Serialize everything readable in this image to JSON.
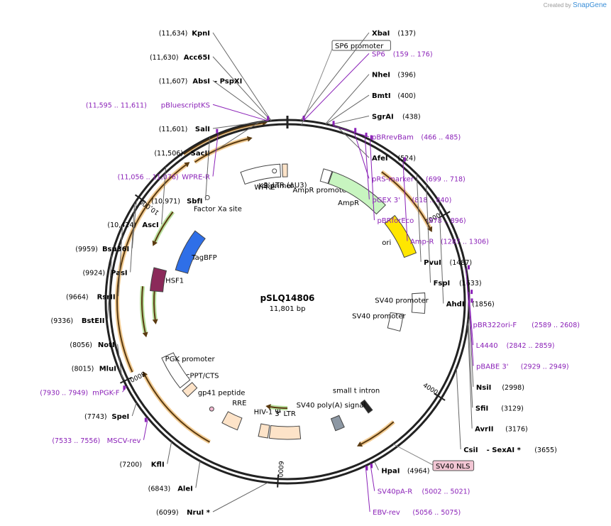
{
  "credit": {
    "prefix": "Created by",
    "brand": "SnapGene"
  },
  "plasmid": {
    "name": "pSLQ14806",
    "length": "11,801 bp",
    "bp": 11801
  },
  "colors": {
    "backbone": "#222222",
    "primer": "#8b22b8",
    "feature_orange": "#e8a33d",
    "feature_green": "#7ec850",
    "tagbfp": "#2f6fe8",
    "hsf1": "#8b2a5a",
    "ori": "#ffe600",
    "ampr": "#c8f5c0",
    "wpre": "#ffffff",
    "ltr": "#fde3c8",
    "sv40pa": "#8c97a3"
  },
  "ruler": [
    {
      "bp": 0,
      "label": ""
    },
    {
      "bp": 2000,
      "label": "2000"
    },
    {
      "bp": 4000,
      "label": "4000"
    },
    {
      "bp": 6000,
      "label": "6000"
    },
    {
      "bp": 8000,
      "label": "8000"
    },
    {
      "bp": 10000,
      "label": "10,000"
    }
  ],
  "enzymes": [
    {
      "name": "KpnI",
      "pos": "(11,634)",
      "bp": 11634,
      "side": "L"
    },
    {
      "name": "Acc65I",
      "pos": "(11,630)",
      "bp": 11630,
      "side": "L"
    },
    {
      "name": "pBluescriptKS",
      "pos": "(11,595 .. 11,611)",
      "bp": 11603,
      "side": "L",
      "primer": true
    },
    {
      "name": "AbsI",
      "pos": "(11,607)",
      "bp": 11607,
      "side": "L",
      "extra": "- PspXI"
    },
    {
      "name": "SalI",
      "pos": "(11,601)",
      "bp": 11601,
      "side": "L"
    },
    {
      "name": "SacII",
      "pos": "(11,506)",
      "bp": 11506,
      "side": "L"
    },
    {
      "name": "WPRE-R",
      "pos": "(11,056 .. 11,076)",
      "bp": 11066,
      "side": "L",
      "primer": true
    },
    {
      "name": "SbfI",
      "pos": "(10,971)",
      "bp": 10971,
      "side": "L"
    },
    {
      "name": "AscI",
      "pos": "(10,424)",
      "bp": 10424,
      "side": "L"
    },
    {
      "name": "Bsu36I",
      "pos": "(9959)",
      "bp": 9959,
      "side": "L"
    },
    {
      "name": "PasI",
      "pos": "(9924)",
      "bp": 9924,
      "side": "L"
    },
    {
      "name": "RsrII",
      "pos": "(9664)",
      "bp": 9664,
      "side": "L"
    },
    {
      "name": "BstEII",
      "pos": "(9336)",
      "bp": 9336,
      "side": "L"
    },
    {
      "name": "NotI",
      "pos": "(8056)",
      "bp": 8056,
      "side": "L"
    },
    {
      "name": "MluI",
      "pos": "(8015)",
      "bp": 8015,
      "side": "L"
    },
    {
      "name": "mPGK-F",
      "pos": "(7930 .. 7949)",
      "bp": 7940,
      "side": "L",
      "primer": true
    },
    {
      "name": "SpeI",
      "pos": "(7743)",
      "bp": 7743,
      "side": "L"
    },
    {
      "name": "MSCV-rev",
      "pos": "(7533 .. 7556)",
      "bp": 7545,
      "side": "L",
      "primer": true
    },
    {
      "name": "KflI",
      "pos": "(7200)",
      "bp": 7200,
      "side": "L"
    },
    {
      "name": "AleI",
      "pos": "(6843)",
      "bp": 6843,
      "side": "L"
    },
    {
      "name": "NruI *",
      "pos": "(6099)",
      "bp": 6099,
      "side": "L"
    },
    {
      "name": "XbaI",
      "pos": "(137)",
      "bp": 137,
      "side": "R"
    },
    {
      "name": "SP6",
      "pos": "(159 .. 176)",
      "bp": 167,
      "side": "R",
      "primer": true
    },
    {
      "name": "NheI",
      "pos": "(396)",
      "bp": 396,
      "side": "R"
    },
    {
      "name": "BmtI",
      "pos": "(400)",
      "bp": 400,
      "side": "R"
    },
    {
      "name": "SgrAI",
      "pos": "(438)",
      "bp": 438,
      "side": "R"
    },
    {
      "name": "pBRrevBam",
      "pos": "(466 .. 485)",
      "bp": 475,
      "side": "R",
      "primer": true
    },
    {
      "name": "AfeI",
      "pos": "(524)",
      "bp": 524,
      "side": "R"
    },
    {
      "name": "pRS-marker",
      "pos": "(699 .. 718)",
      "bp": 708,
      "side": "R",
      "primer": true
    },
    {
      "name": "pGEX 3'",
      "pos": "(818 .. 840)",
      "bp": 829,
      "side": "R",
      "primer": true
    },
    {
      "name": "pBRforEco",
      "pos": "(878 .. 896)",
      "bp": 887,
      "side": "R",
      "primer": true
    },
    {
      "name": "Amp-R",
      "pos": "(1287 .. 1306)",
      "bp": 1296,
      "side": "R",
      "primer": true
    },
    {
      "name": "PvuI",
      "pos": "(1487)",
      "bp": 1487,
      "side": "R"
    },
    {
      "name": "FspI",
      "pos": "(1633)",
      "bp": 1633,
      "side": "R"
    },
    {
      "name": "AhdI",
      "pos": "(1856)",
      "bp": 1856,
      "side": "R"
    },
    {
      "name": "pBR322ori-F",
      "pos": "(2589 .. 2608)",
      "bp": 2598,
      "side": "R",
      "primer": true
    },
    {
      "name": "L4440",
      "pos": "(2842 .. 2859)",
      "bp": 2850,
      "side": "R",
      "primer": true
    },
    {
      "name": "pBABE 3'",
      "pos": "(2929 .. 2949)",
      "bp": 2939,
      "side": "R",
      "primer": true
    },
    {
      "name": "NsiI",
      "pos": "(2998)",
      "bp": 2998,
      "side": "R"
    },
    {
      "name": "SfiI",
      "pos": "(3129)",
      "bp": 3129,
      "side": "R"
    },
    {
      "name": "AvrII",
      "pos": "(3176)",
      "bp": 3176,
      "side": "R"
    },
    {
      "name": "CsiI",
      "pos": "(3655)",
      "bp": 3655,
      "side": "R",
      "extra": "- SexAI *"
    },
    {
      "name": "HpaI",
      "pos": "(4964)",
      "bp": 4964,
      "side": "R"
    },
    {
      "name": "SV40pA-R",
      "pos": "(5002 .. 5021)",
      "bp": 5011,
      "side": "R",
      "primer": true
    },
    {
      "name": "EBV-rev",
      "pos": "(5056 .. 5075)",
      "bp": 5065,
      "side": "R",
      "primer": true
    }
  ],
  "boxed_labels": [
    {
      "text": "SP6 promoter",
      "bp": 150
    },
    {
      "text": "SV40 NLS",
      "bp": 4700
    }
  ],
  "features": [
    {
      "name": "WPRE",
      "start": 11150,
      "end": 11700,
      "dir": 0,
      "track": 0,
      "color": "#ffffff",
      "label_out": false
    },
    {
      "name": "3' LTR (ΔU3)",
      "start": 11730,
      "end": 11801,
      "dir": 0,
      "track": 0,
      "color": "#fde3c8",
      "label_out": false
    },
    {
      "name": "AmpR promoter",
      "start": 500,
      "end": 620,
      "dir": 1,
      "track": 0,
      "color": "#ffffff"
    },
    {
      "name": "AmpR",
      "start": 630,
      "end": 1490,
      "dir": 1,
      "track": 0,
      "color": "#c8f5c0"
    },
    {
      "name": "ori",
      "start": 1680,
      "end": 2270,
      "dir": 1,
      "track": 0,
      "color": "#ffe600"
    },
    {
      "name": "SV40 promoter",
      "start": 2830,
      "end": 3110,
      "dir": 1,
      "track": 0,
      "color": "#ffffff"
    },
    {
      "name": "SV40 promoter",
      "start": 3150,
      "end": 3430,
      "dir": 1,
      "track": 1,
      "color": "#ffffff"
    },
    {
      "name": "small t intron",
      "start": 4650,
      "end": 4720,
      "dir": 0,
      "track": 0,
      "color": "#222222"
    },
    {
      "name": "SV40 poly(A) signal",
      "start": 5100,
      "end": 5230,
      "dir": 0,
      "track": 0,
      "color": "#8c97a3"
    },
    {
      "name": "3' LTR",
      "start": 5720,
      "end": 6150,
      "dir": 0,
      "track": 0,
      "color": "#fde3c8"
    },
    {
      "name": "HIV-1 Ψ",
      "start": 6170,
      "end": 6300,
      "dir": 0,
      "track": 0,
      "color": "#fde3c8"
    },
    {
      "name": "RRE",
      "start": 6600,
      "end": 6830,
      "dir": 0,
      "track": 0,
      "color": "#fde3c8"
    },
    {
      "name": "gp41 peptide",
      "start": 7030,
      "end": 7080,
      "dir": -1,
      "track": 0,
      "color": "#f0b8d0"
    },
    {
      "name": "cPPT/CTS",
      "start": 7420,
      "end": 7530,
      "dir": 0,
      "track": 0,
      "color": "#fde3c8"
    },
    {
      "name": "PGK promoter",
      "start": 7580,
      "end": 8060,
      "dir": -1,
      "track": 0,
      "color": "#ffffff"
    },
    {
      "name": "HSF1",
      "start": 9000,
      "end": 9320,
      "dir": 1,
      "track": 0,
      "color": "#8b2a5a"
    },
    {
      "name": "TagBFP",
      "start": 9370,
      "end": 10080,
      "dir": 1,
      "track": 1,
      "color": "#2f6fe8"
    },
    {
      "name": "Factor Xa site",
      "start": 10560,
      "end": 10580,
      "dir": 0,
      "track": 0,
      "color": "#ffffff"
    },
    {
      "name": "KS primer",
      "start": 11610,
      "end": 11620,
      "dir": 0,
      "track": 0,
      "color": "#ffffff"
    }
  ],
  "orfs": [
    {
      "start": 10650,
      "end": 11540,
      "dir": 1,
      "r": 254,
      "color": "#e8a33d"
    },
    {
      "start": 10700,
      "end": 11350,
      "dir": 1,
      "r": 236,
      "color": "#e8a33d"
    },
    {
      "start": 1180,
      "end": 2050,
      "dir": 1,
      "r": 226,
      "color": "#e8a33d"
    },
    {
      "start": 4540,
      "end": 5000,
      "dir": 1,
      "r": 226,
      "color": "#e8a33d"
    },
    {
      "start": 5900,
      "end": 6200,
      "dir": 1,
      "r": 150,
      "color": "#7ec850"
    },
    {
      "start": 6850,
      "end": 7950,
      "dir": 1,
      "r": 226,
      "color": "#e8a33d"
    },
    {
      "start": 8050,
      "end": 10600,
      "dir": 1,
      "r": 240,
      "color": "#e8a33d"
    },
    {
      "start": 8450,
      "end": 9050,
      "dir": -1,
      "r": 205,
      "color": "#7ec850"
    },
    {
      "start": 8600,
      "end": 9050,
      "dir": -1,
      "r": 188,
      "color": "#7ec850"
    },
    {
      "start": 9650,
      "end": 10100,
      "dir": -1,
      "r": 205,
      "color": "#7ec850"
    }
  ]
}
